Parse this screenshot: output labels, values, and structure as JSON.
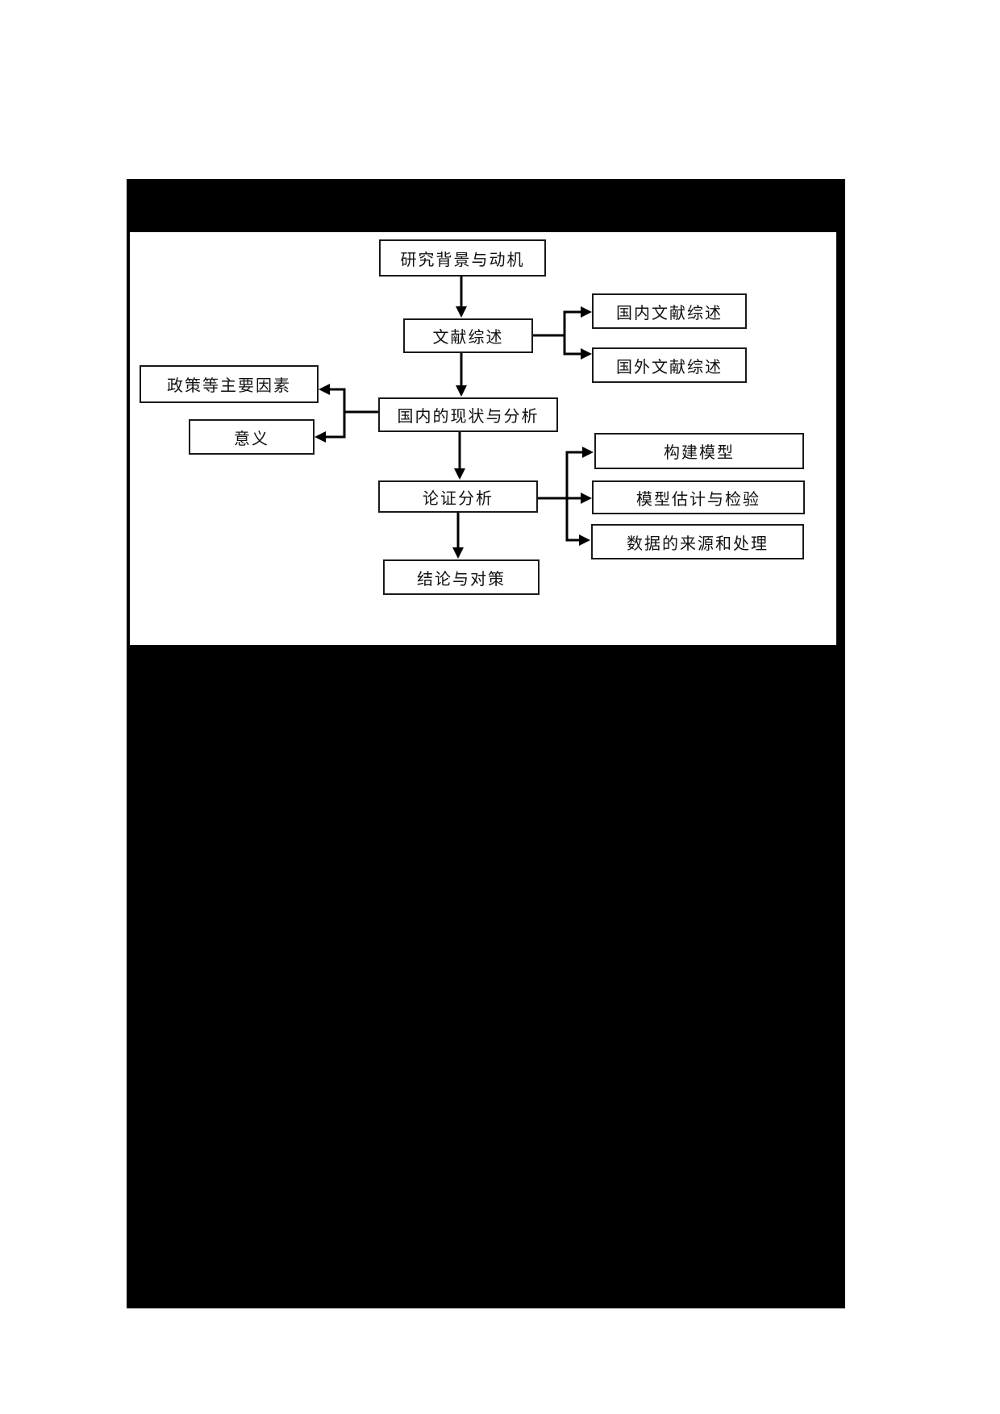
{
  "page": {
    "background_color": "#ffffff",
    "redaction_color": "#000000",
    "panel_color": "#ffffff"
  },
  "flowchart": {
    "node_border_color": "#1a1a1a",
    "connector_color": "#000000",
    "nodes": [
      {
        "id": "research-background",
        "label": "研究背景与动机"
      },
      {
        "id": "literature-review",
        "label": "文献综述"
      },
      {
        "id": "domestic-literature-review",
        "label": "国内文献综述"
      },
      {
        "id": "foreign-literature-review",
        "label": "国外文献综述"
      },
      {
        "id": "policy-main-factors",
        "label": "政策等主要因素"
      },
      {
        "id": "significance",
        "label": "意义"
      },
      {
        "id": "domestic-status-analysis",
        "label": "国内的现状与分析"
      },
      {
        "id": "argument-analysis",
        "label": "论证分析"
      },
      {
        "id": "build-model",
        "label": "构建模型"
      },
      {
        "id": "model-estimation-testing",
        "label": "模型估计与检验"
      },
      {
        "id": "data-source-processing",
        "label": "数据的来源和处理"
      },
      {
        "id": "conclusion-countermeasures",
        "label": "结论与对策"
      }
    ],
    "edges": [
      {
        "from": "research-background",
        "to": "literature-review"
      },
      {
        "from": "literature-review",
        "to": "domestic-literature-review"
      },
      {
        "from": "literature-review",
        "to": "foreign-literature-review"
      },
      {
        "from": "literature-review",
        "to": "domestic-status-analysis"
      },
      {
        "from": "domestic-status-analysis",
        "to": "policy-main-factors"
      },
      {
        "from": "domestic-status-analysis",
        "to": "significance"
      },
      {
        "from": "domestic-status-analysis",
        "to": "argument-analysis"
      },
      {
        "from": "argument-analysis",
        "to": "build-model"
      },
      {
        "from": "argument-analysis",
        "to": "model-estimation-testing"
      },
      {
        "from": "argument-analysis",
        "to": "data-source-processing"
      },
      {
        "from": "argument-analysis",
        "to": "conclusion-countermeasures"
      }
    ]
  }
}
